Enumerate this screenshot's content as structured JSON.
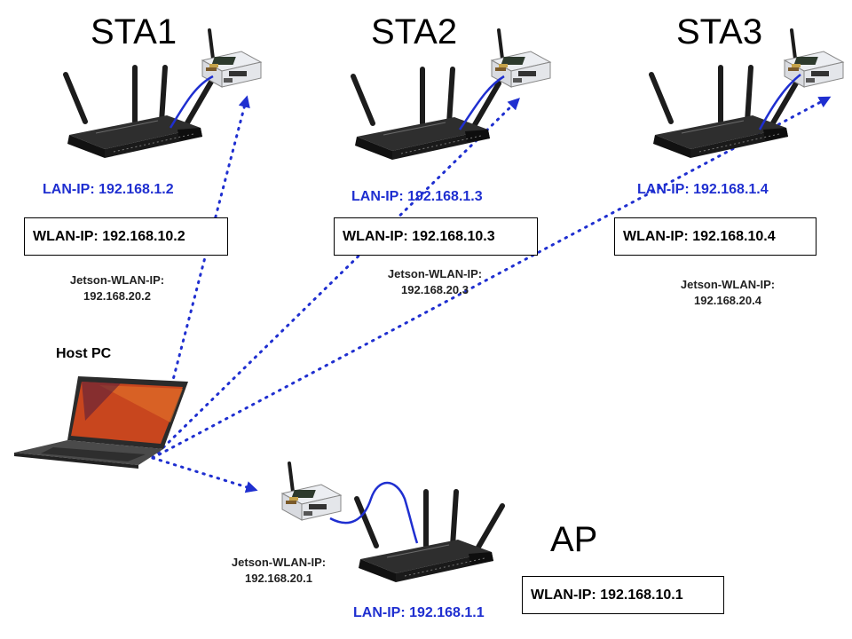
{
  "colors": {
    "link": "#1f2fd0",
    "router": "#1c1c1c",
    "laptop_screen": "#c8461e",
    "laptop_body": "#3a3a3a"
  },
  "icons": {
    "router": "wireless-router-icon",
    "jetson": "jetson-board-icon",
    "laptop": "laptop-icon"
  },
  "stations": [
    {
      "title": "STA1",
      "lan_ip": "LAN-IP: 192.168.1.2",
      "wlan_ip": "WLAN-IP: 192.168.10.2",
      "jetson_label": "Jetson-WLAN-IP:",
      "jetson_ip": "192.168.20.2"
    },
    {
      "title": "STA2",
      "lan_ip": "LAN-IP: 192.168.1.3",
      "wlan_ip": "WLAN-IP: 192.168.10.3",
      "jetson_label": "Jetson-WLAN-IP:",
      "jetson_ip": "192.168.20.3"
    },
    {
      "title": "STA3",
      "lan_ip": "LAN-IP: 192.168.1.4",
      "wlan_ip": "WLAN-IP: 192.168.10.4",
      "jetson_label": "Jetson-WLAN-IP:",
      "jetson_ip": "192.168.20.4"
    }
  ],
  "ap": {
    "title": "AP",
    "lan_ip": "LAN-IP: 192.168.1.1",
    "wlan_ip": "WLAN-IP: 192.168.10.1",
    "jetson_label": "Jetson-WLAN-IP:",
    "jetson_ip": "192.168.20.1"
  },
  "host": {
    "label": "Host PC"
  }
}
